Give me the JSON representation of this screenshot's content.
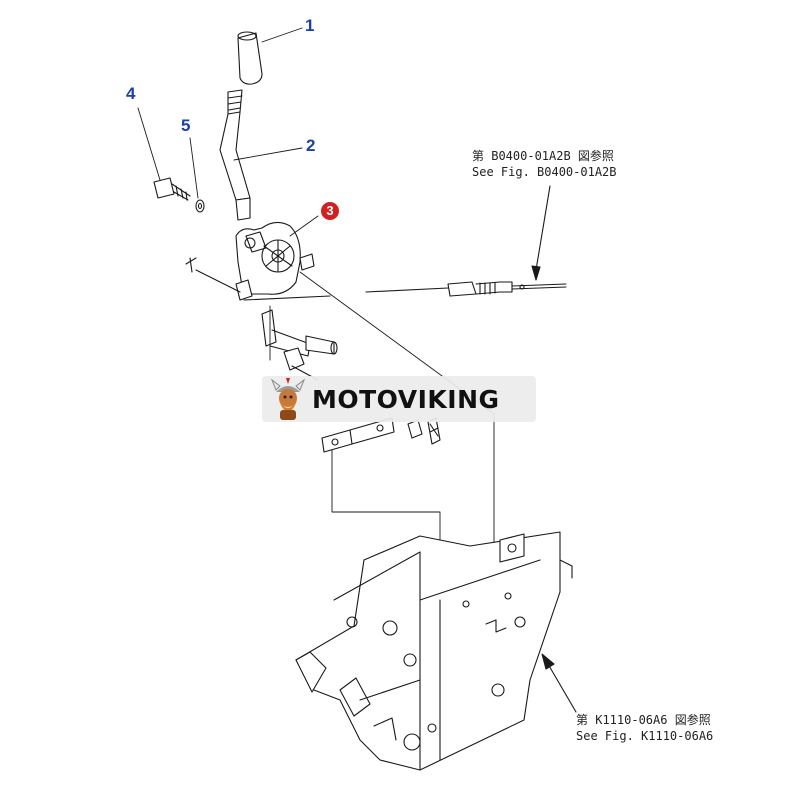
{
  "callouts": {
    "c1": "1",
    "c2": "2",
    "c3": "3",
    "c4": "4",
    "c5": "5"
  },
  "references": {
    "top_jp": "第 B0400-01A2B 図参照",
    "top_en": "See Fig. B0400-01A2B",
    "bottom_jp": "第 K1110-06A6 図参照",
    "bottom_en": "See Fig. K1110-06A6"
  },
  "watermark": {
    "brand": "MOTOVIKING",
    "logo_icon": "viking-mascot-icon"
  },
  "colors": {
    "callout_blue": "#1a3fb0",
    "callout_red": "#d21f1f",
    "line": "#1a1a1a"
  }
}
